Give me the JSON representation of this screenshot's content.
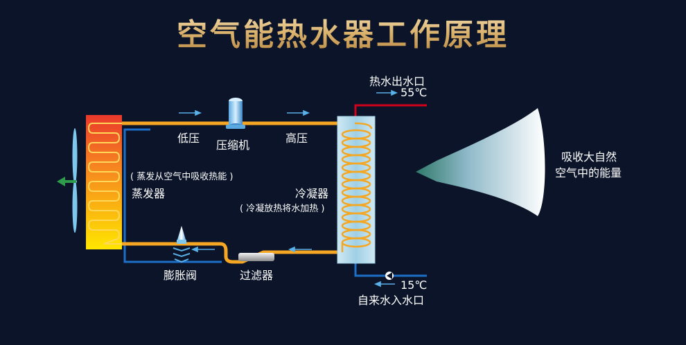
{
  "title": "空气能热水器工作原理",
  "labels": {
    "hot_out": "热水出水口",
    "hot_temp": "55℃",
    "low_pressure": "低压",
    "compressor": "压缩机",
    "high_pressure": "高压",
    "absorb_line1": "吸收大自然",
    "absorb_line2": "空气中的能量",
    "evap_note": "( 蒸发从空气中吸收热能 )",
    "evaporator": "蒸发器",
    "condenser": "冷凝器",
    "cond_note": "( 冷凝放热将水加热 )",
    "expansion_valve": "膨胀阀",
    "filter": "过滤器",
    "cold_temp": "15℃",
    "cold_in": "自来水入水口"
  },
  "colors": {
    "background": "#0b1428",
    "refrigerant_pipe": "#f5a623",
    "hot_water_pipe": "#d0021b",
    "cold_water_pipe": "#1e6fc8",
    "flow_arrow": "#5ab0e8",
    "fan_arrow": "#2e9c4a"
  }
}
